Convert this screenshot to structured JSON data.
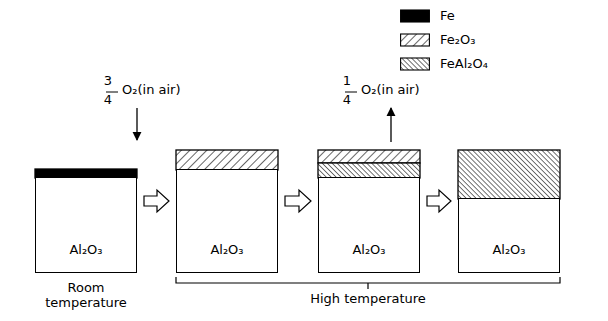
{
  "diagram": {
    "nodes": [
      {
        "text": [
          "Al₂O₃"
        ]
      },
      {
        "text": [
          "Al₂O₃"
        ]
      },
      {
        "text": [
          "Al₂O₃"
        ]
      },
      {
        "text": [
          "Al₂O₃"
        ]
      }
    ],
    "edges": [
      {
        "from": 0,
        "to": 1,
        "arrow": "to"
      },
      {
        "from": 1,
        "to": 2,
        "arrow": "to"
      },
      {
        "from": 2,
        "to": 3,
        "arrow": "to"
      }
    ],
    "labels": [
      "3",
      "4",
      "O₂(in air)",
      "1",
      "4",
      "O₂(in air)",
      "Room temperature",
      "High temperature"
    ],
    "legend": [
      {
        "text": "Fe",
        "color": "#000000"
      },
      {
        "text": "Fe₂O₃"
      },
      {
        "text": "FeAl₂O₄"
      }
    ]
  }
}
